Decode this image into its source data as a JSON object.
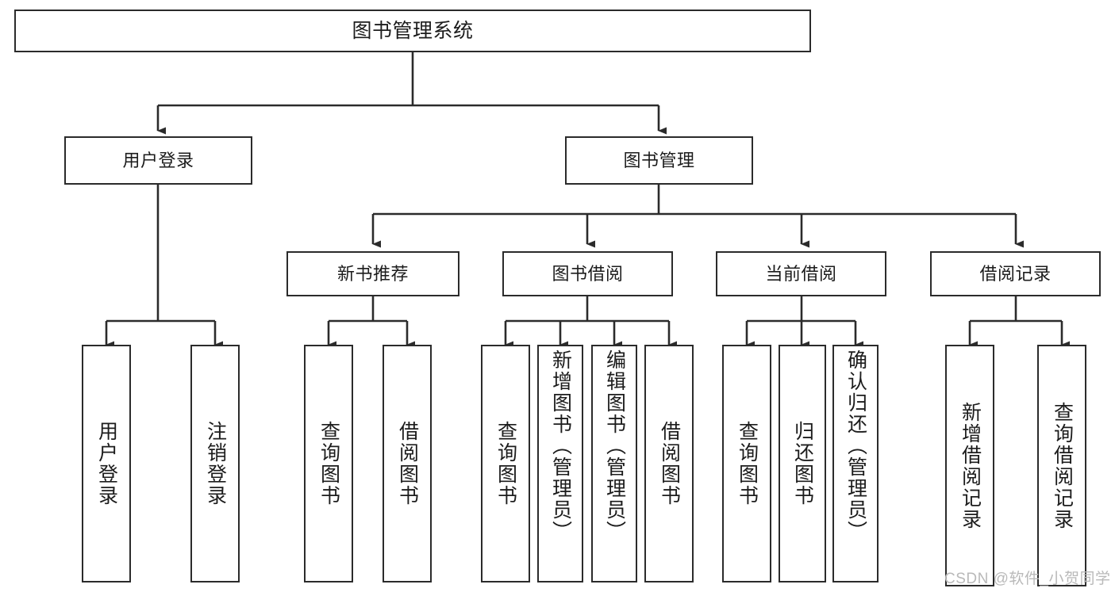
{
  "diagram": {
    "title": "图书管理系统",
    "type": "tree",
    "stroke_color": "#2b2b2b",
    "background_color": "#ffffff",
    "text_color": "#1c1c1c",
    "watermark": "CSDN @软件_小贺同学",
    "watermark_color": "#b9b9b9"
  },
  "nodes": {
    "root": {
      "label": "图书管理系统",
      "level": 0
    },
    "level1": [
      {
        "id": "user-login",
        "label": "用户登录"
      },
      {
        "id": "book-management",
        "label": "图书管理"
      }
    ],
    "level2": [
      {
        "id": "new-book-recommend",
        "label": "新书推荐",
        "parent": "book-management"
      },
      {
        "id": "book-borrow",
        "label": "图书借阅",
        "parent": "book-management"
      },
      {
        "id": "current-borrow",
        "label": "当前借阅",
        "parent": "book-management"
      },
      {
        "id": "borrow-record",
        "label": "借阅记录",
        "parent": "book-management"
      }
    ],
    "leaves": [
      {
        "id": "leaf-user-login",
        "label": "用户登录",
        "parent": "user-login"
      },
      {
        "id": "leaf-logout",
        "label": "注销登录",
        "parent": "user-login"
      },
      {
        "id": "leaf-query-book-1",
        "label": "查询图书",
        "parent": "new-book-recommend"
      },
      {
        "id": "leaf-borrow-book-1",
        "label": "借阅图书",
        "parent": "new-book-recommend"
      },
      {
        "id": "leaf-query-book-2",
        "label": "查询图书",
        "parent": "book-borrow"
      },
      {
        "id": "leaf-add-book",
        "label": "新增图书（管理员）",
        "parent": "book-borrow"
      },
      {
        "id": "leaf-edit-book",
        "label": "编辑图书（管理员）",
        "parent": "book-borrow"
      },
      {
        "id": "leaf-borrow-book-2",
        "label": "借阅图书",
        "parent": "book-borrow"
      },
      {
        "id": "leaf-query-book-3",
        "label": "查询图书",
        "parent": "current-borrow"
      },
      {
        "id": "leaf-return-book",
        "label": "归还图书",
        "parent": "current-borrow"
      },
      {
        "id": "leaf-confirm-return",
        "label": "确认归还（管理员）",
        "parent": "current-borrow"
      },
      {
        "id": "leaf-add-record",
        "label": "新增借阅记录",
        "parent": "borrow-record"
      },
      {
        "id": "leaf-query-record",
        "label": "查询借阅记录",
        "parent": "borrow-record"
      }
    ]
  }
}
